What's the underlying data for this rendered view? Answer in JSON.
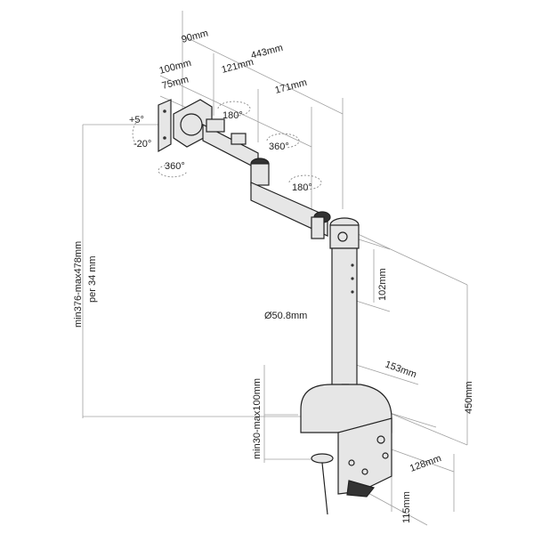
{
  "dimensions": {
    "d90": "90mm",
    "d443": "443mm",
    "d100": "100mm",
    "d121": "121mm",
    "d75": "75mm",
    "d171": "171mm",
    "tilt_up": "+5°",
    "tilt_down": "-20°",
    "rot180_a": "180°",
    "rot360_a": "360°",
    "rot360_b": "360°",
    "rot180_b": "180°",
    "height_range": "min376-max478mm",
    "height_step": "per 34 mm",
    "d102": "102mm",
    "pole_dia": "Ø50.8mm",
    "d153": "153mm",
    "d450": "450mm",
    "clamp_range": "min30-max100mm",
    "d128": "128mm",
    "d115": "115mm"
  },
  "colors": {
    "line": "#222222",
    "dim": "#a0a0a0",
    "part": "#e6e6e6"
  }
}
